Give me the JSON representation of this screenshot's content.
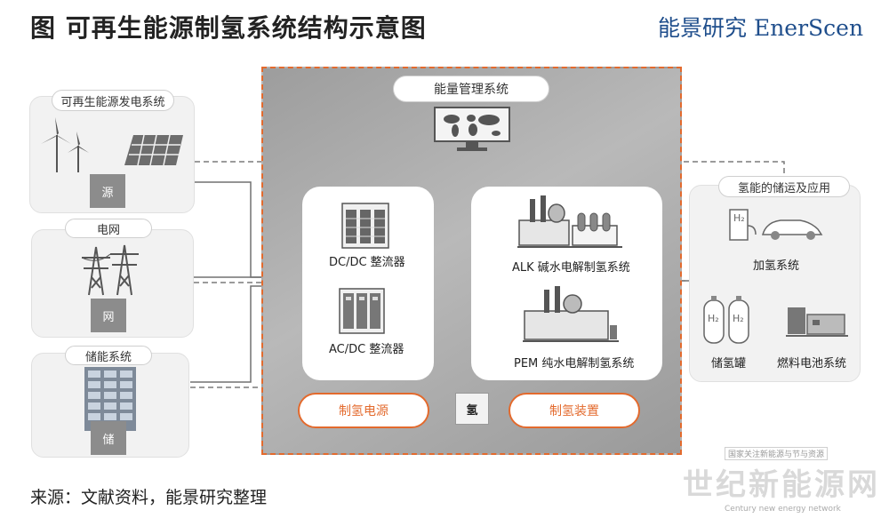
{
  "title": "图  可再生能源制氢系统结构示意图",
  "brand": "能景研究 EnerScen",
  "source": "来源：文献资料，能景研究整理",
  "left": {
    "renewable": {
      "label": "可再生能源发电系统",
      "letter": "源"
    },
    "grid": {
      "label": "电网",
      "letter": "网"
    },
    "storage": {
      "label": "储能系统",
      "letter": "储"
    }
  },
  "center": {
    "ems_label": "能量管理系统",
    "dcdc_label": "DC/DC 整流器",
    "acdc_label": "AC/DC 整流器",
    "alk_label": "ALK   碱水电解制氢系统",
    "pem_label": "PEM   纯水电解制氢系统",
    "power_label": "制氢电源",
    "device_label": "制氢装置",
    "hydrogen_label": "氢"
  },
  "right": {
    "title": "氢能的储运及应用",
    "refuel_label": "加氢系统",
    "tank_label": "储氢罐",
    "fuelcell_label": "燃料电池系统",
    "h2_text": "H₂"
  },
  "watermark": {
    "top": "国家关注新能源与节与资源",
    "big": "世纪新能源网",
    "bottom": "Century new energy network"
  },
  "colors": {
    "accent": "#e36a2d",
    "brand": "#1f4e8c",
    "central_bg": "#a8a8a8",
    "panel_bg": "#f2f2f2"
  }
}
